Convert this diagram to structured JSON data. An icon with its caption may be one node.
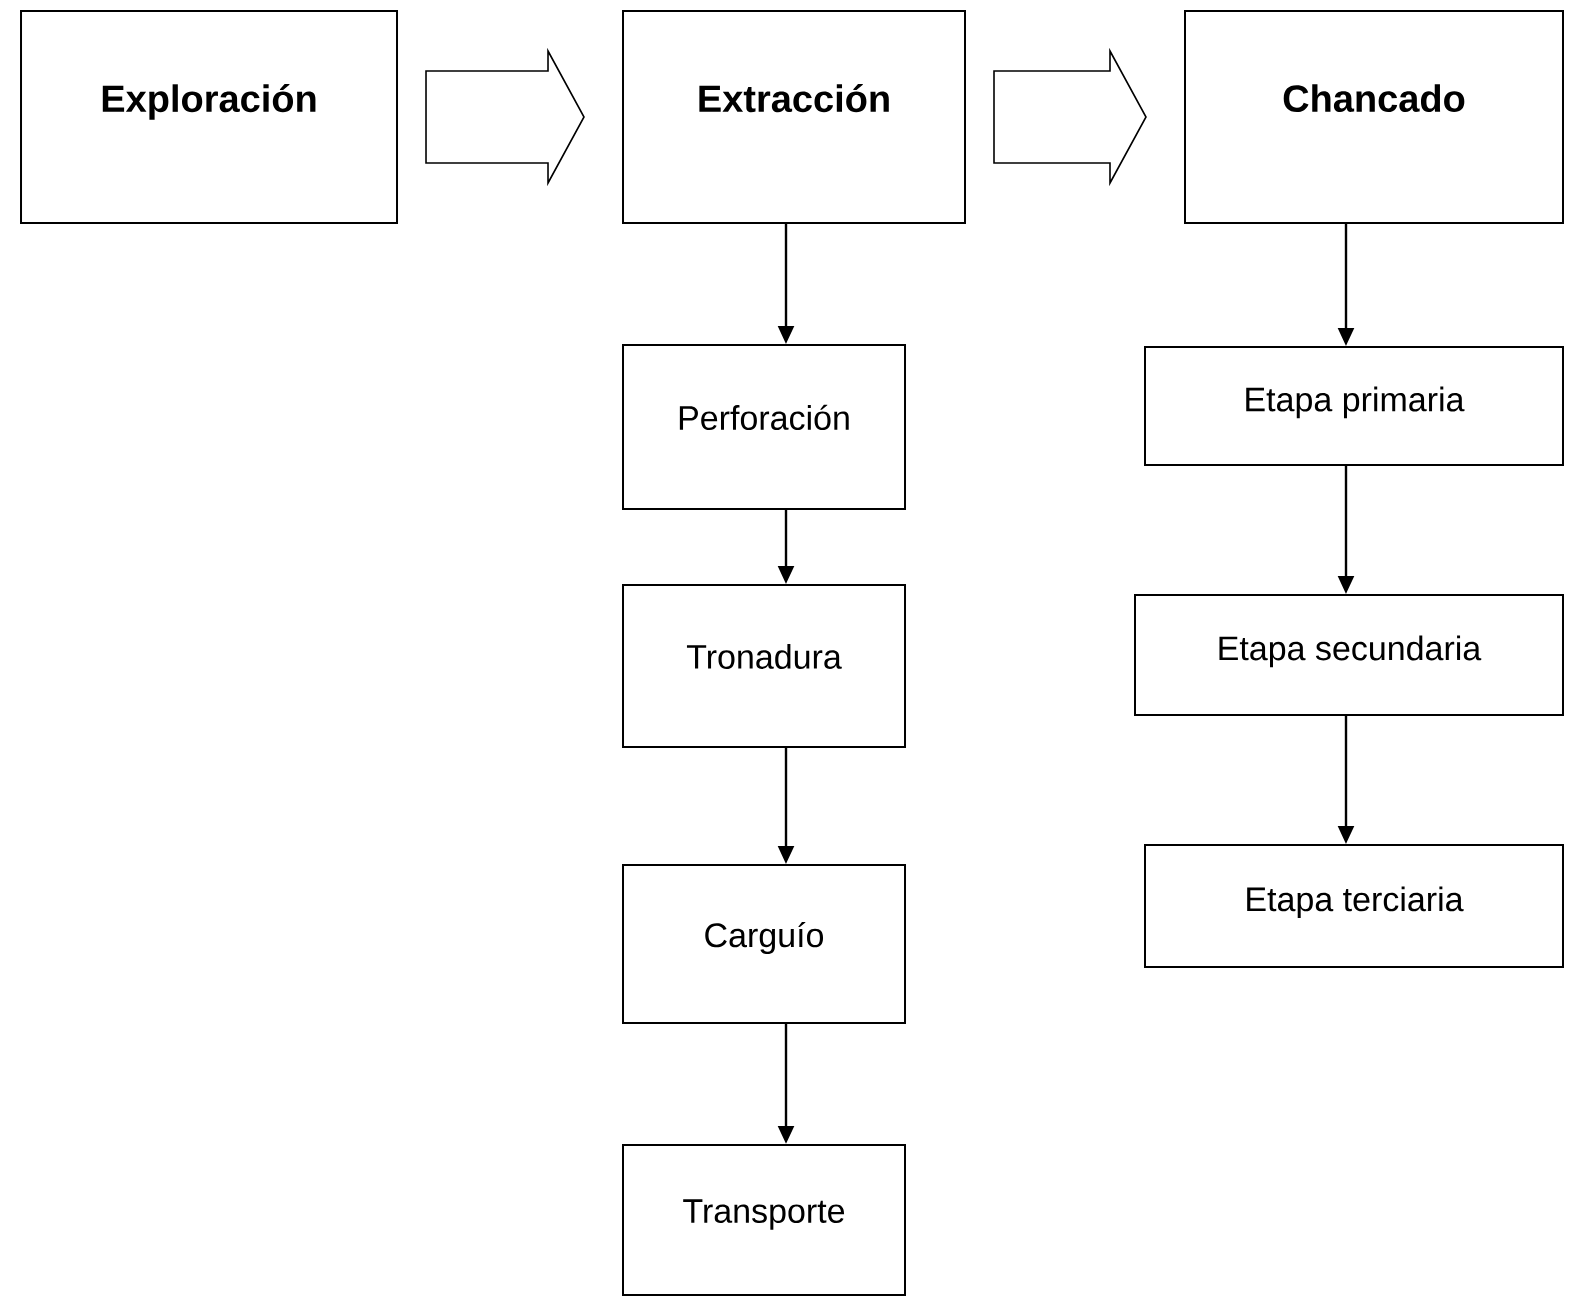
{
  "diagram": {
    "nodes": [
      {
        "text": [
          "Exploración"
        ]
      },
      {
        "text": [
          "Extracción"
        ]
      },
      {
        "text": [
          "Chancado"
        ]
      },
      {
        "text": [
          "Perforación"
        ]
      },
      {
        "text": [
          "Tronadura"
        ]
      },
      {
        "text": [
          "Carguío"
        ]
      },
      {
        "text": [
          "Transporte"
        ]
      },
      {
        "text": [
          "Etapa primaria"
        ]
      },
      {
        "text": [
          "Etapa secundaria"
        ]
      },
      {
        "text": [
          "Etapa terciaria"
        ]
      }
    ],
    "edges": [
      {
        "from": 0,
        "to": 1,
        "arrow": "to",
        "style": "thick"
      },
      {
        "from": 1,
        "to": 2,
        "arrow": "to",
        "style": "thick"
      },
      {
        "from": 1,
        "to": 3,
        "arrow": "to"
      },
      {
        "from": 3,
        "to": 4,
        "arrow": "to"
      },
      {
        "from": 4,
        "to": 5,
        "arrow": "to"
      },
      {
        "from": 5,
        "to": 6,
        "arrow": "to"
      },
      {
        "from": 2,
        "to": 7,
        "arrow": "to"
      },
      {
        "from": 7,
        "to": 8,
        "arrow": "to"
      },
      {
        "from": 8,
        "to": 9,
        "arrow": "to"
      }
    ]
  }
}
